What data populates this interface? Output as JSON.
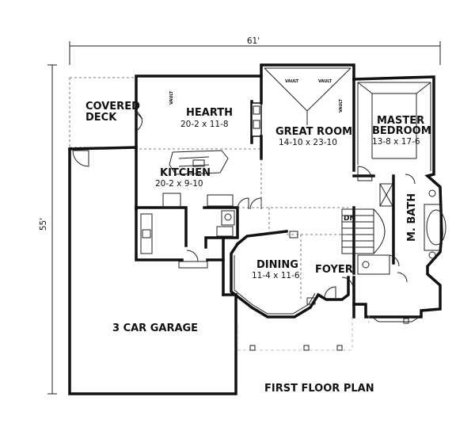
{
  "title": "FIRST FLOOR PLAN",
  "overall_width": "61'",
  "overall_depth": "55'",
  "rooms": {
    "covered_deck": {
      "name_line1": "COVERED",
      "name_line2": "DECK"
    },
    "hearth": {
      "name": "HEARTH",
      "dims": "20-2 x 11-8"
    },
    "great_room": {
      "name": "GREAT ROOM",
      "dims": "14-10 x 23-10"
    },
    "master_bedroom": {
      "name_line1": "MASTER",
      "name_line2": "BEDROOM",
      "dims": "13-8 x 17-6"
    },
    "kitchen": {
      "name": "KITCHEN",
      "dims": "20-2 x 9-10"
    },
    "master_bath": {
      "name": "M. BATH"
    },
    "dining": {
      "name": "DINING",
      "dims": "11-4 x 11-6"
    },
    "foyer": {
      "name": "FOYER"
    },
    "garage": {
      "name": "3 CAR GARAGE"
    }
  },
  "stair_label": "DN",
  "vault_label": "VAULT"
}
